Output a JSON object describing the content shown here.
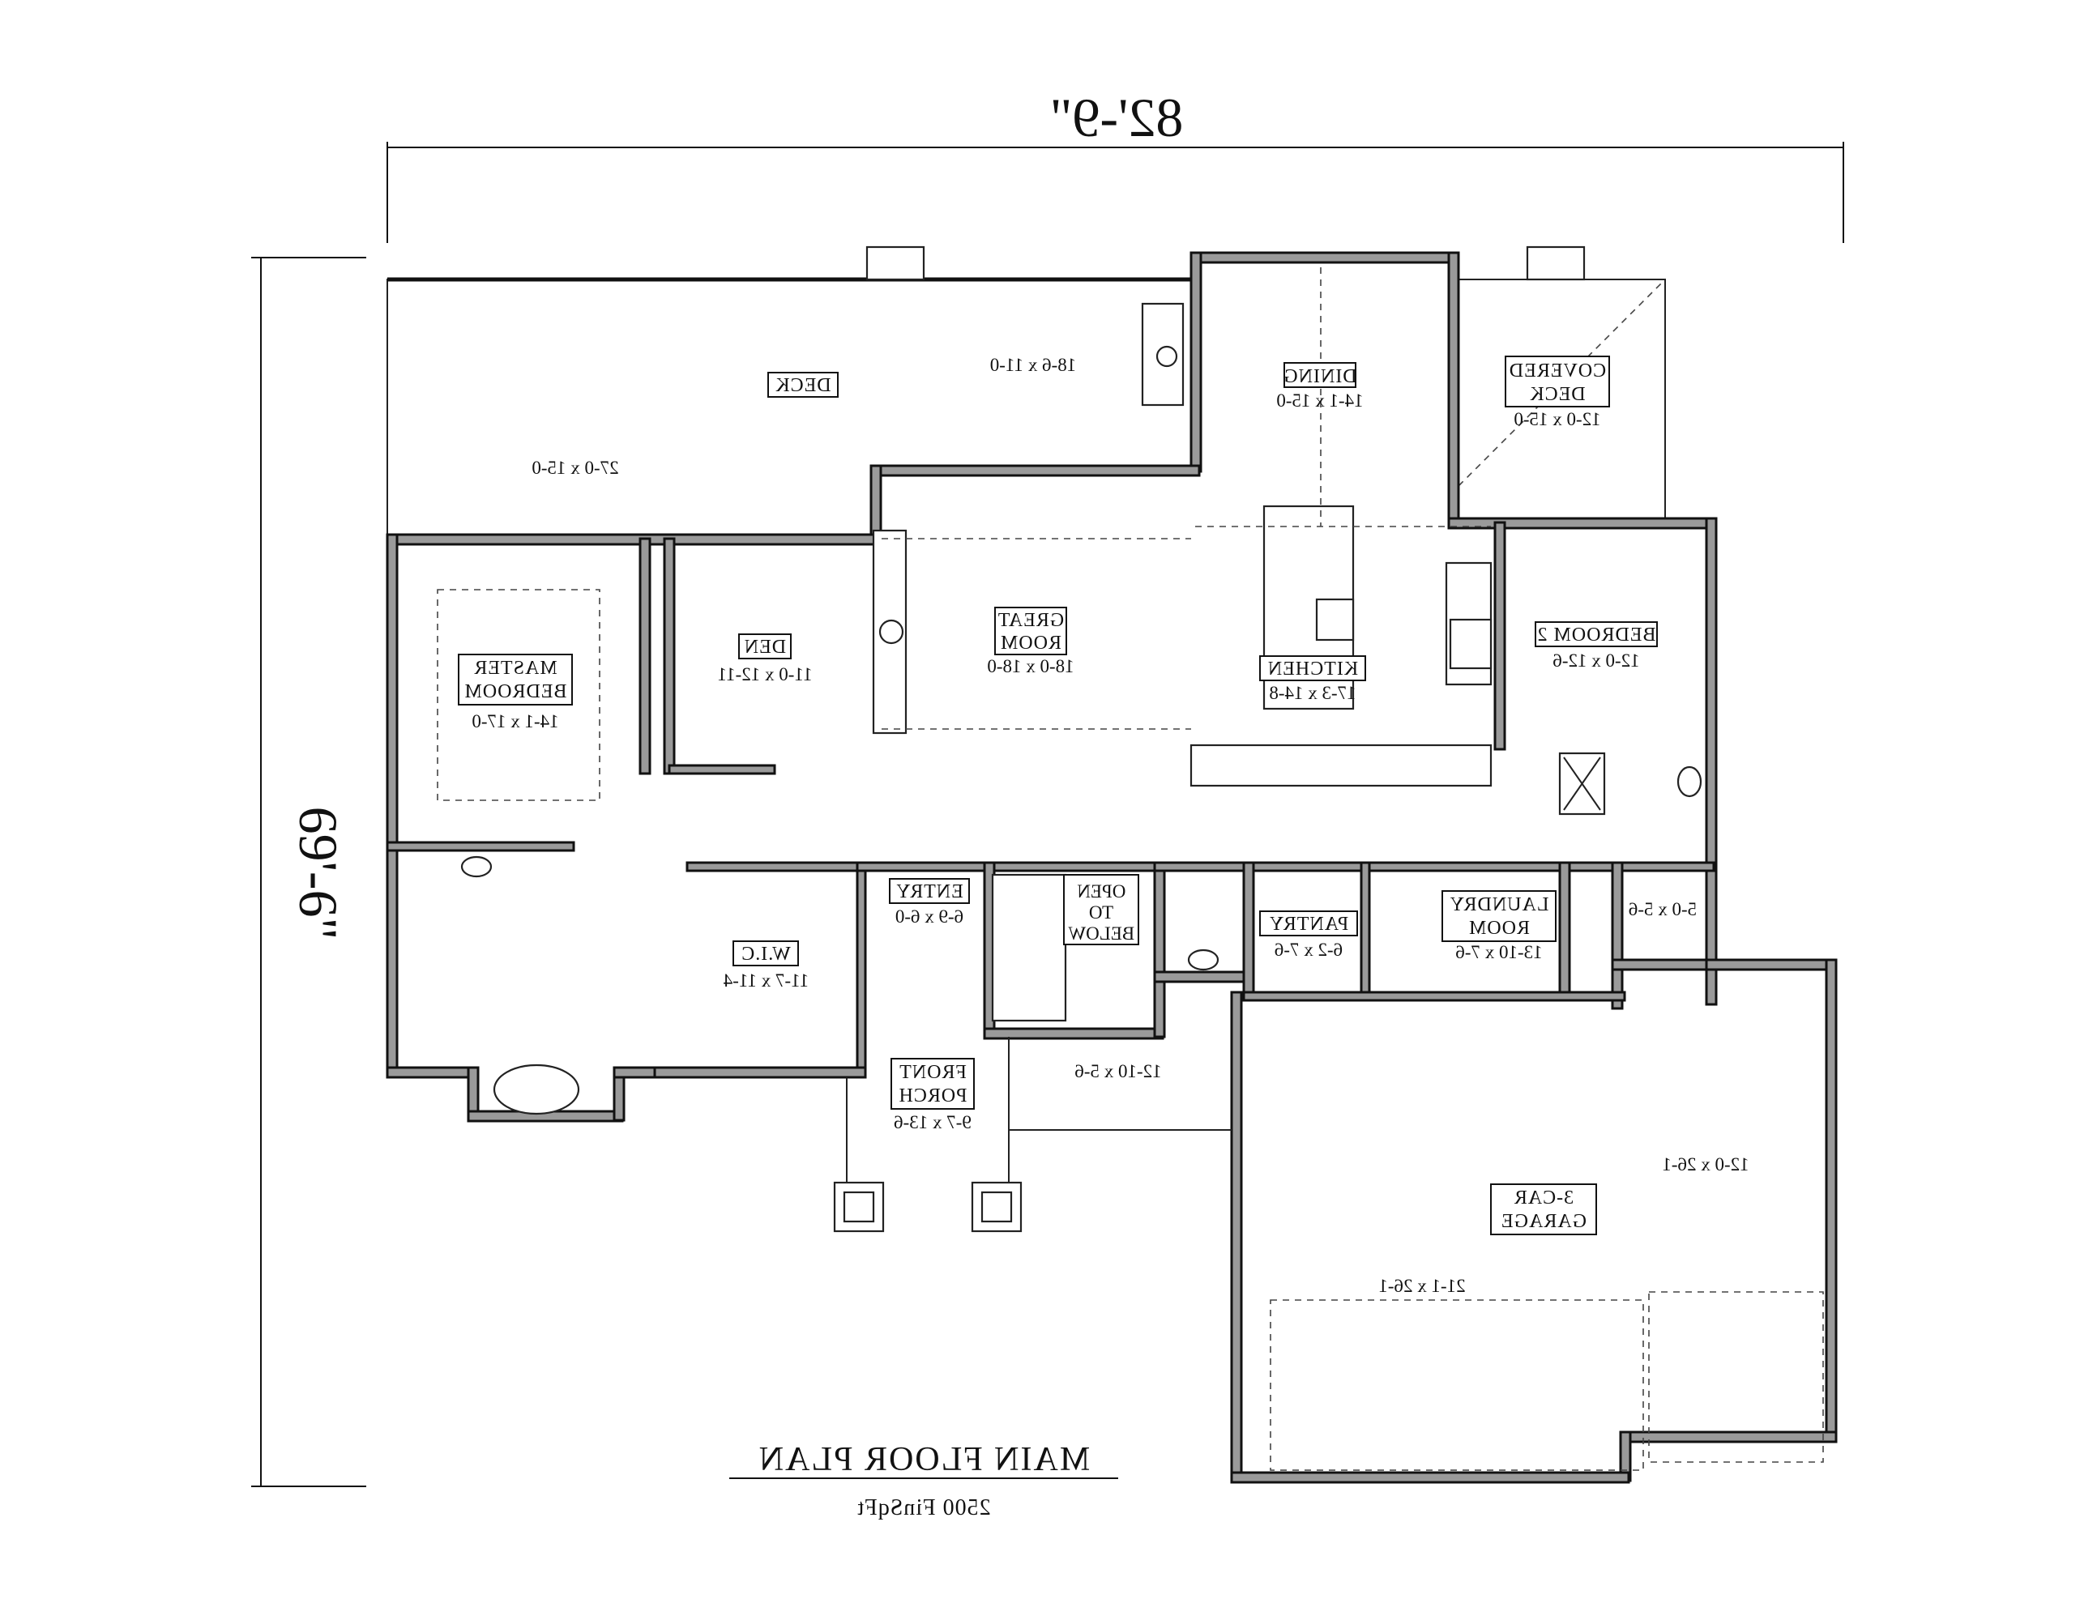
{
  "dimensions": {
    "width": "82'-9\"",
    "depth": "69'-6\""
  },
  "title": {
    "main": "MAIN FLOOR PLAN",
    "sub": "2500 FinSqFt"
  },
  "rooms": {
    "deck": {
      "label": "DECK",
      "dim_left": "27-0 x 15-0",
      "dim_right": "18-6 x 11-0"
    },
    "dining": {
      "label": "DINING",
      "dim": "14-1 x 15-0"
    },
    "covered_deck": {
      "label1": "COVERED",
      "label2": "DECK",
      "dim": "12-0 x 15-0"
    },
    "great_room": {
      "label1": "GREAT",
      "label2": "ROOM",
      "dim": "18-0 x 18-0"
    },
    "kitchen": {
      "label": "KITCHEN",
      "dim": "17-3 x 14-8"
    },
    "bedroom2": {
      "label": "BEDROOM 2",
      "dim": "12-0 x 12-6"
    },
    "master": {
      "label1": "MASTER",
      "label2": "BEDROOM",
      "dim": "14-1 x 17-0"
    },
    "den": {
      "label": "DEN",
      "dim": "11-0 x 12-11"
    },
    "entry": {
      "label": "ENTRY",
      "dim": "6-9 x 6-0"
    },
    "open_to_below": {
      "l1": "OPEN",
      "l2": "TO",
      "l3": "BELOW"
    },
    "pantry": {
      "label": "PANTRY",
      "dim": "6-2 x 7-6"
    },
    "laundry": {
      "label1": "LAUNDRY",
      "label2": "ROOM",
      "dim": "13-10 x 7-6"
    },
    "closet": {
      "dim": "5-0 x 5-6"
    },
    "wic": {
      "label": "W.I.C",
      "dim": "11-7 x 11-4"
    },
    "front_porch": {
      "label1": "FRONT",
      "label2": "PORCH",
      "dim": "9-7 x 13-6"
    },
    "porch_side": {
      "dim": "12-10 x 5-6"
    },
    "garage": {
      "label1": "3-CAR",
      "label2": "GARAGE",
      "dim1": "12-0 x 26-1",
      "dim2": "21-1 x 26-1"
    }
  }
}
